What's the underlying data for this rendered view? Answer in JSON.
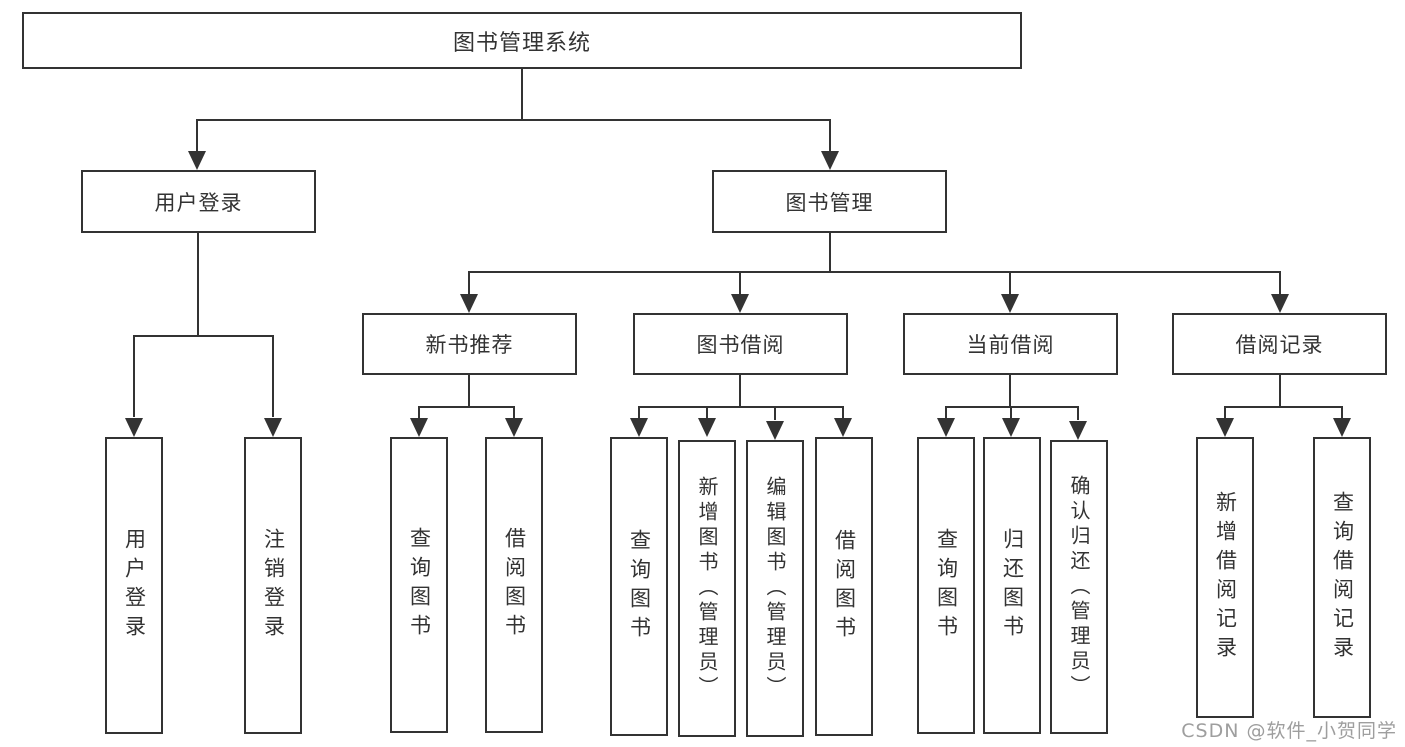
{
  "diagram": {
    "root": "图书管理系统",
    "l2": {
      "user_login": "用户登录",
      "book_mgmt": "图书管理"
    },
    "l3": {
      "new_book": "新书推荐",
      "borrow": "图书借阅",
      "current": "当前借阅",
      "record": "借阅记录"
    },
    "leaf": {
      "ul_login": "用户登录",
      "ul_logout": "注销登录",
      "nb_query": "查询图书",
      "nb_borrow": "借阅图书",
      "bb_query": "查询图书",
      "bb_add": "新增图书（管理员）",
      "bb_edit": "编辑图书（管理员）",
      "bb_borrow": "借阅图书",
      "cb_query": "查询图书",
      "cb_return": "归还图书",
      "cb_confirm": "确认归还（管理员）",
      "br_add": "新增借阅记录",
      "br_query": "查询借阅记录"
    }
  },
  "watermark": "CSDN @软件_小贺同学",
  "colors": {
    "line": "#333333",
    "box_bg": "#ffffff",
    "text": "#333333",
    "watermark": "#9e9e9e"
  }
}
